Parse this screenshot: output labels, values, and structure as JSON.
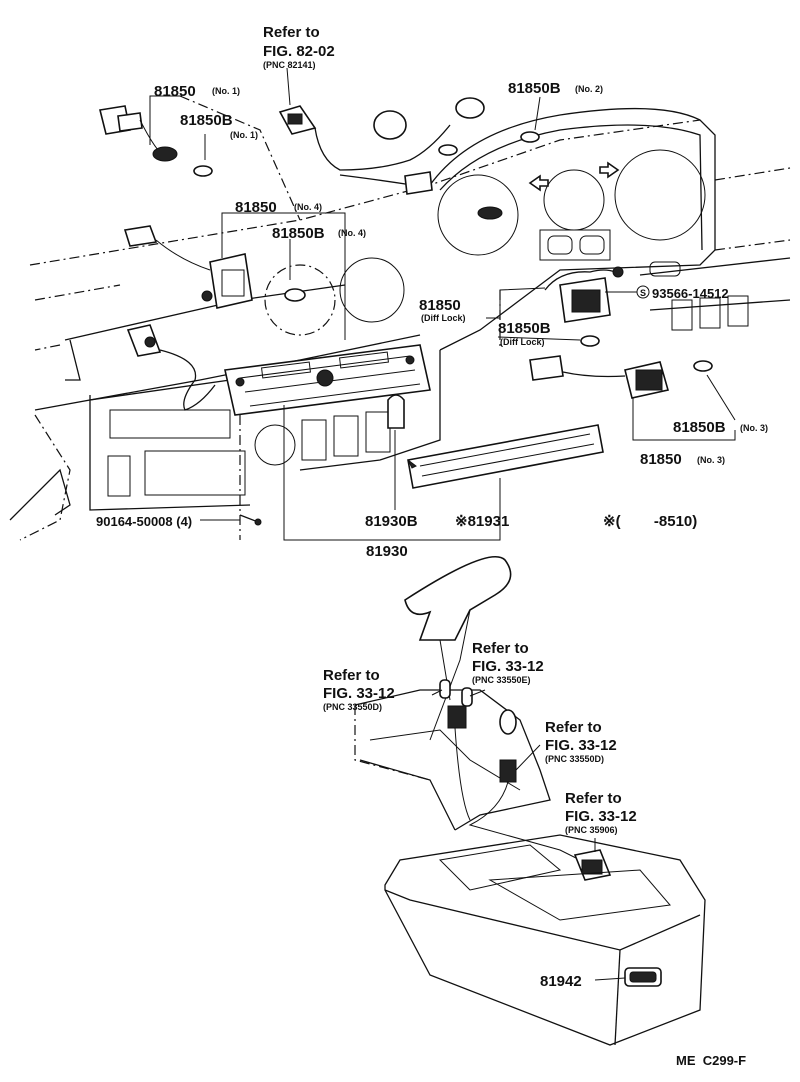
{
  "callouts": {
    "ref_8202_a": "Refer to",
    "ref_8202_b": "FIG. 82-02",
    "ref_8202_c": "(PNC 82141)",
    "p81850_no1": "81850",
    "p81850_no1_tag": "(No. 1)",
    "p81850b_no1": "81850B",
    "p81850b_no1_tag": "(No. 1)",
    "p81850b_no2": "81850B",
    "p81850b_no2_tag": "(No. 2)",
    "p81850_no4": "81850",
    "p81850_no4_tag": "(No. 4)",
    "p81850b_no4": "81850B",
    "p81850b_no4_tag": "(No. 4)",
    "p81850_diff": "81850",
    "p81850_diff_tag": "(Diff Lock)",
    "p81850b_diff": "81850B",
    "p81850b_diff_tag": "(Diff Lock)",
    "p93566": "93566-14512",
    "s_mark": "S",
    "p81850b_no3": "81850B",
    "p81850b_no3_tag": "(No. 3)",
    "p81850_no3": "81850",
    "p81850_no3_tag": "(No. 3)",
    "p90164": "90164-50008 (4)",
    "p81930b": "81930B",
    "p81931": "※81931",
    "p81930": "81930",
    "note_range": "※(        -8510)",
    "ref_3312_e_a": "Refer to",
    "ref_3312_e_b": "FIG. 33-12",
    "ref_3312_e_c": "(PNC 33550E)",
    "ref_3312_d1_a": "Refer to",
    "ref_3312_d1_b": "FIG. 33-12",
    "ref_3312_d1_c": "(PNC 33550D)",
    "ref_3312_d2_a": "Refer to",
    "ref_3312_d2_b": "FIG. 33-12",
    "ref_3312_d2_c": "(PNC 33550D)",
    "ref_3312_906_a": "Refer to",
    "ref_3312_906_b": "FIG. 33-12",
    "ref_3312_906_c": "(PNC 35906)",
    "p81942": "81942",
    "fig_code": "ME  C299-F"
  }
}
